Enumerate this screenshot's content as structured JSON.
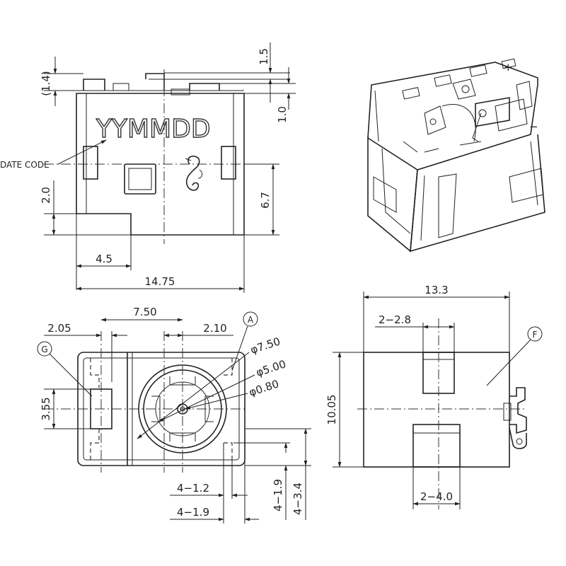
{
  "front_view": {
    "date_text": "YYMMDD",
    "date_code_label": "DATE CODE",
    "dims": {
      "top_small": "1.5",
      "left_top": "(1.4)",
      "right_mid": "1.0",
      "left_low": "2.0",
      "right_height": "6.7",
      "bottom_small": "4.5",
      "bottom_width": "14.75"
    }
  },
  "bottom_view": {
    "dims": {
      "top_wide": "7.50",
      "top_left": "2.05",
      "top_right": "2.10",
      "left_height": "3.55",
      "dia_outer": "φ7.50",
      "dia_mid": "φ5.00",
      "dia_pin": "φ0.80",
      "bottom_a": "4−1.2",
      "bottom_b": "4−1.9",
      "right_a": "4−1.9",
      "right_b": "4−3.4"
    },
    "callouts": {
      "a": "A",
      "g": "G"
    }
  },
  "side_view": {
    "dims": {
      "width": "13.3",
      "slot_top": "2−2.8",
      "height": "10.05",
      "slot_bottom": "2−4.0"
    },
    "callouts": {
      "f": "F"
    }
  }
}
